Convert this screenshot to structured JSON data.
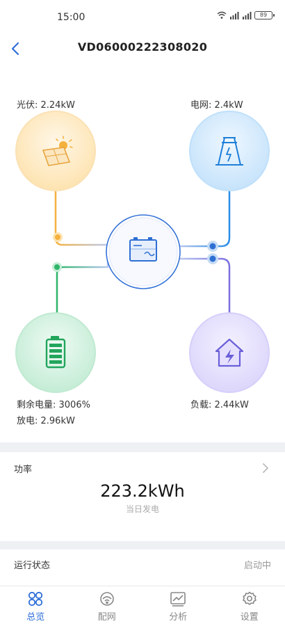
{
  "status": {
    "time": "15:00",
    "battery": "89"
  },
  "header": {
    "title": "VD06000222308020",
    "back_icon": "chevron-left-icon"
  },
  "flow": {
    "pv": {
      "label": "光伏: 2.24kW",
      "icon": "solar-panel-icon",
      "color": "#f5b13d"
    },
    "grid": {
      "label": "电网: 2.4kW",
      "icon": "power-tower-icon",
      "color": "#2a8ee6"
    },
    "battery": {
      "label_soc": "剩余电量: 3006%",
      "label_power": "放电: 2.96kW",
      "icon": "battery-icon",
      "color": "#2fb56a"
    },
    "load": {
      "label": "负载: 2.44kW",
      "icon": "house-lightning-icon",
      "color": "#7b6fe0"
    },
    "inverter": {
      "icon": "inverter-icon",
      "color": "#3472d8"
    }
  },
  "power": {
    "title": "功率",
    "value": "223.2kWh",
    "subtitle": "当日发电"
  },
  "run_status": {
    "label": "运行状态",
    "value": "启动中"
  },
  "tabs": [
    {
      "label": "总览",
      "icon": "overview-icon",
      "active": true
    },
    {
      "label": "配网",
      "icon": "network-config-icon",
      "active": false
    },
    {
      "label": "分析",
      "icon": "analysis-chart-icon",
      "active": false
    },
    {
      "label": "设置",
      "icon": "settings-gear-icon",
      "active": false
    }
  ],
  "colors": {
    "accent": "#2f6fd8",
    "inactive": "#888888"
  }
}
